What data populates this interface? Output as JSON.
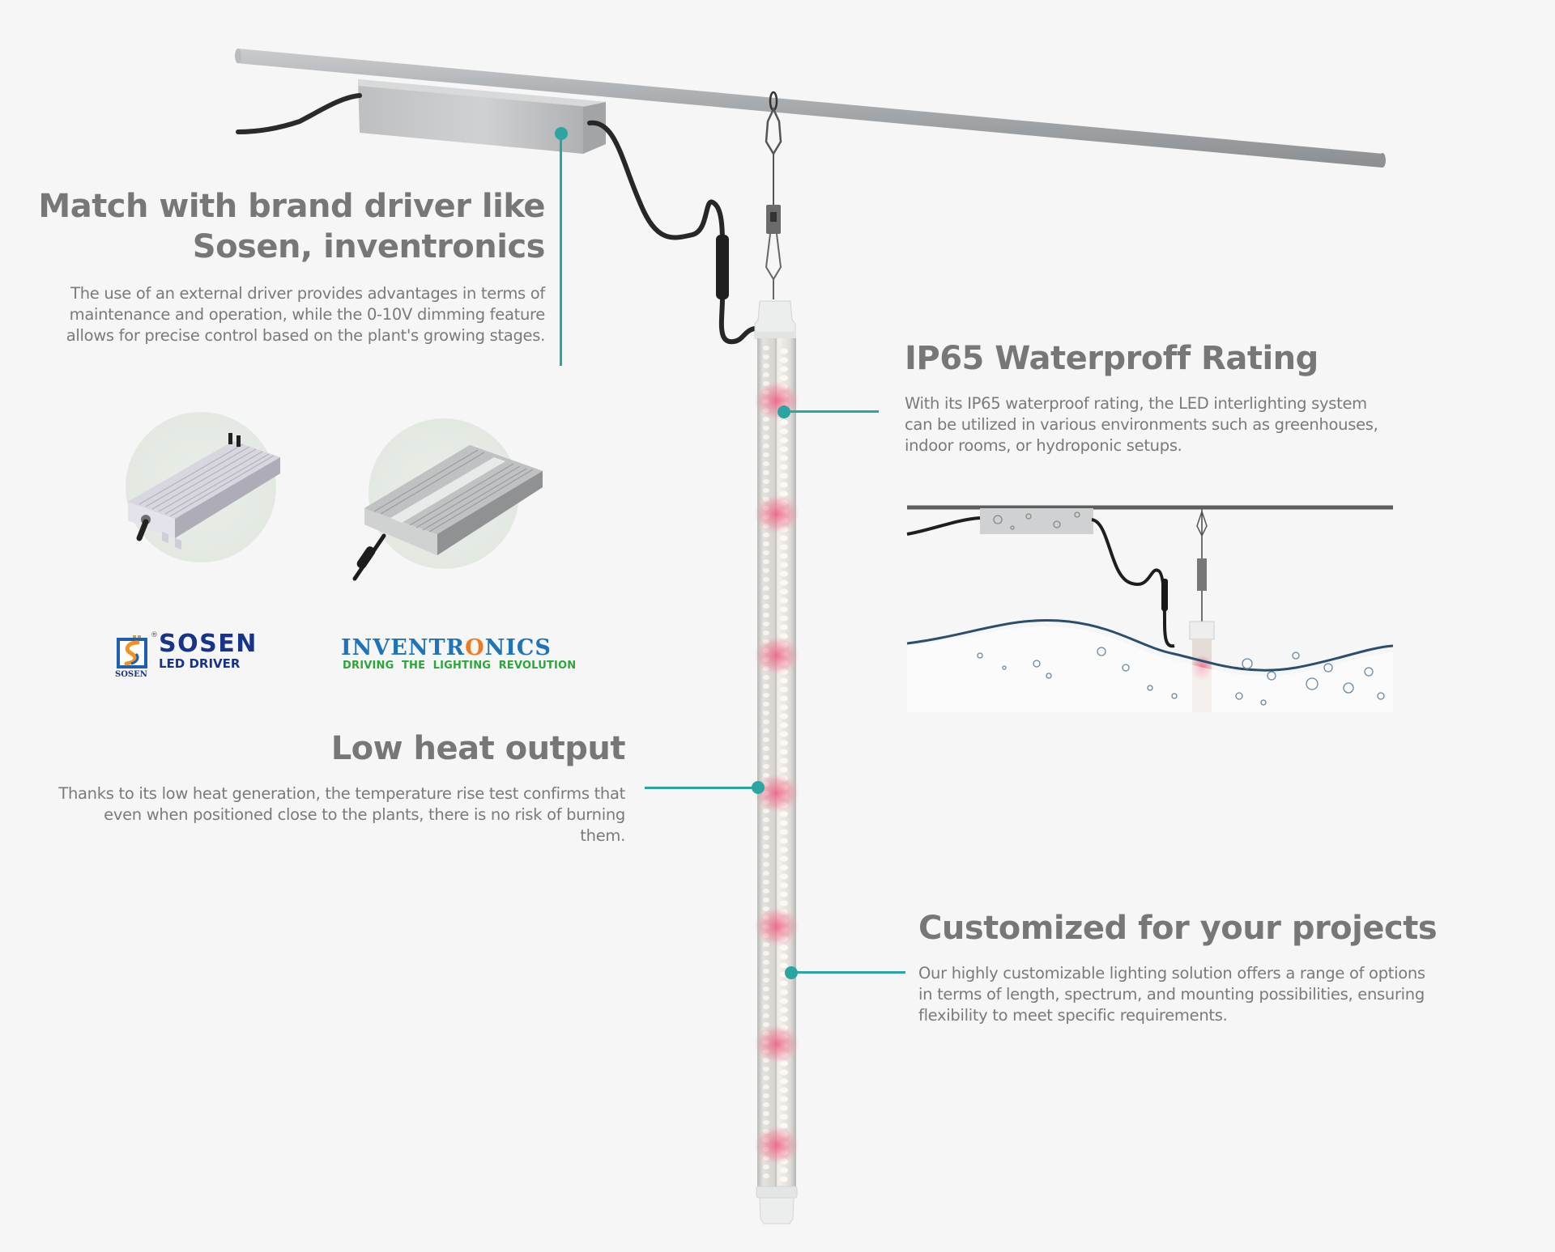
{
  "colors": {
    "background": "#f6f6f6",
    "heading": "#777777",
    "body_text": "#7a7a7a",
    "accent_teal": "#2aa5a2",
    "led_red": "#e65a78",
    "sosen_blue": "#17348a",
    "inventronics_blue": "#1f74b8",
    "inventronics_green": "#2aa63a"
  },
  "features": [
    {
      "id": "driver",
      "title_line1": "Match with brand driver like",
      "title_line2": "Sosen, inventronics",
      "description": "The use of an external driver provides advantages in terms of maintenance and operation, while the 0-10V dimming feature allows for precise control based on the plant's growing stages."
    },
    {
      "id": "waterproof",
      "title": "IP65 Waterproff Rating",
      "description": "With its IP65 waterproof rating, the LED interlighting system can be utilized in various environments such as greenhouses, indoor rooms, or hydroponic setups."
    },
    {
      "id": "low-heat",
      "title": "Low heat output",
      "description": "Thanks to its low heat generation, the temperature rise test confirms that even when positioned close to the plants, there is no risk of burning them."
    },
    {
      "id": "customized",
      "title": "Customized for your projects",
      "description": "Our highly customizable lighting solution offers a range of options in terms of length, spectrum, and mounting possibilities, ensuring flexibility to meet specific requirements."
    }
  ],
  "logos": {
    "sosen": {
      "name": "SOSEN",
      "tagline": "LED DRIVER",
      "small_name": "SOSEN",
      "registered": "®"
    },
    "inventronics": {
      "name_part1": "INVENTR",
      "name_o": "O",
      "name_part2": "NICS",
      "tagline": "DRIVING  THE  LIGHTING  REVOLUTION"
    }
  },
  "icons": {
    "product": "led-tube-interlighting",
    "driver_sosen": "led-driver-box",
    "driver_inventronics": "led-driver-box",
    "waterproof_scene": "water-splash"
  }
}
